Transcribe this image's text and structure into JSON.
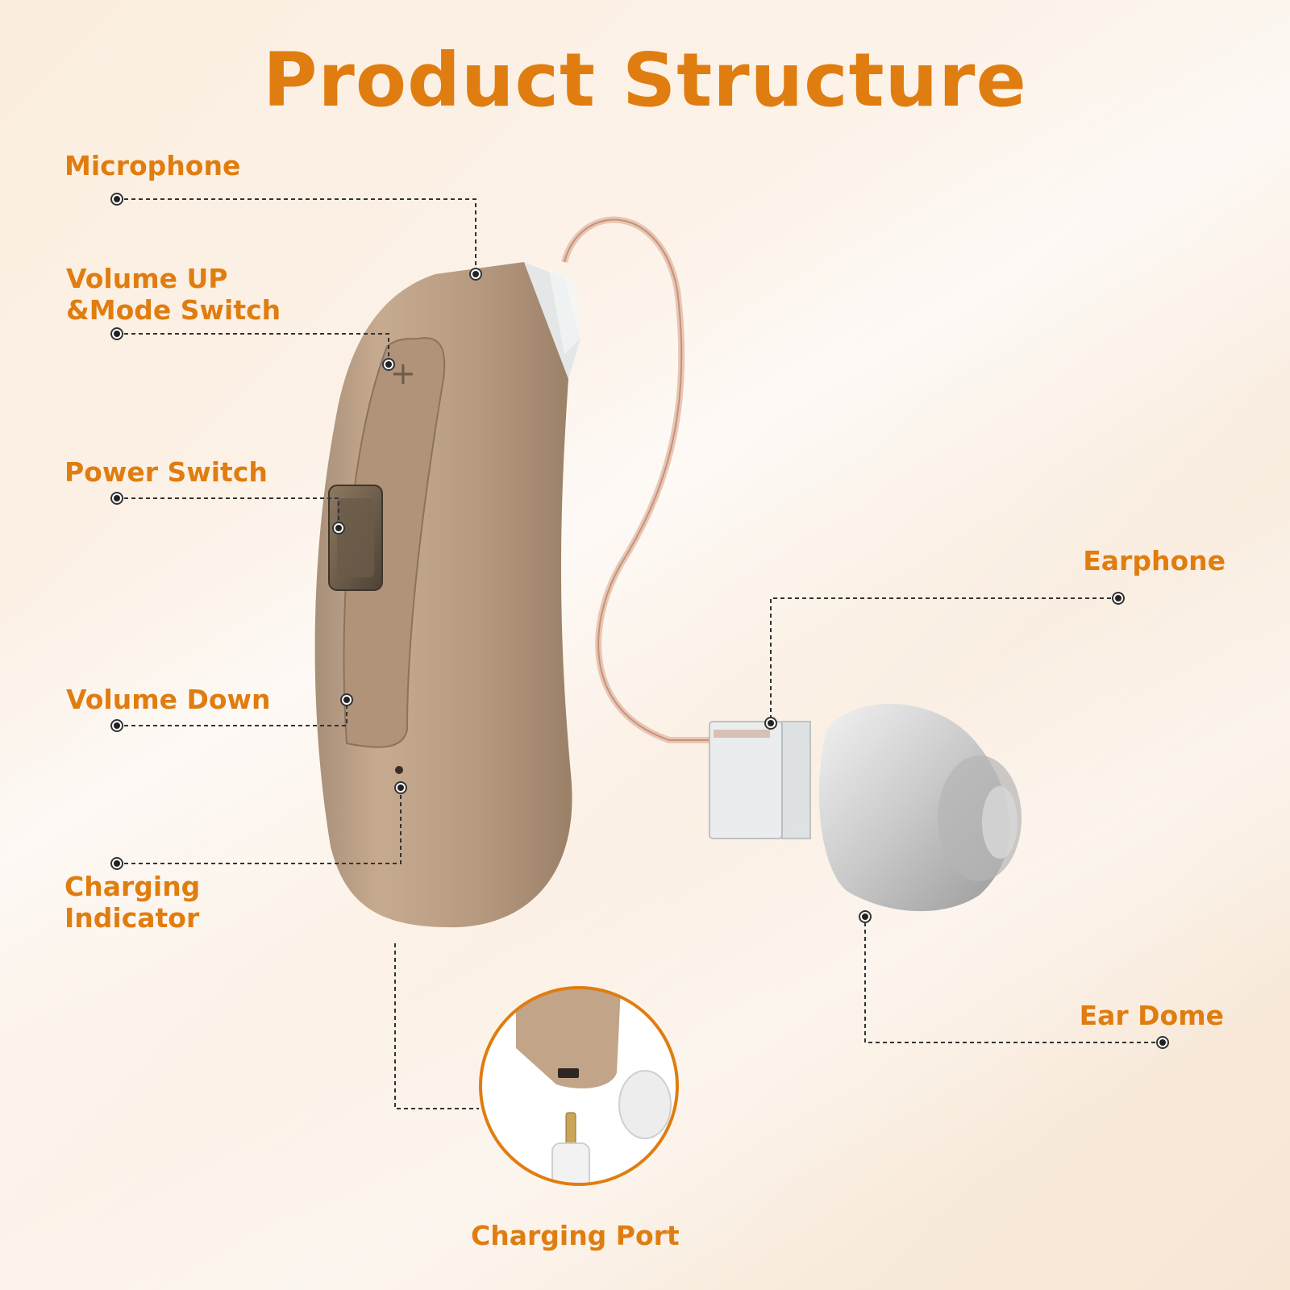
{
  "title": "Product Structure",
  "labels": {
    "microphone": "Microphone",
    "volume_up_line1": "Volume UP",
    "volume_up_line2": "&Mode Switch",
    "power_switch": "Power Switch",
    "volume_down": "Volume Down",
    "charging_indicator_line1": "Charging",
    "charging_indicator_line2": "Indicator",
    "earphone": "Earphone",
    "ear_dome": "Ear Dome",
    "charging_port": "Charging Port"
  },
  "colors": {
    "accent": "#e07d10",
    "device_body": "#bfa187",
    "leader_line": "#333333"
  }
}
